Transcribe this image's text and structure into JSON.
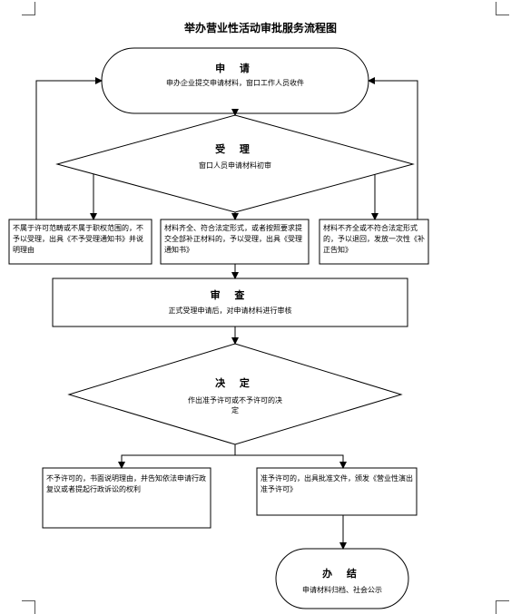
{
  "title": "举办营业性活动审批服务流程图",
  "nodes": {
    "apply": {
      "title": "申 请",
      "text": "申办企业提交申请材料，窗口工作人员收件"
    },
    "accept": {
      "title": "受 理",
      "text": "窗口人员申请材料初审"
    },
    "reject_box": {
      "text": "不属于许可范畴或不属于职权范围的，不予以受理，出具《不予受理通知书》并说明理由"
    },
    "accept_box": {
      "text": "材料齐全、符合法定形式，或者按照要求提交全部补正材料的，予以受理，出具《受理通知书》"
    },
    "supplement_box": {
      "text": "材料不齐全或不符合法定形式的，予以退回，发放一次性《补正告知》"
    },
    "review": {
      "title": "审 查",
      "text": "正式受理申请后，对申请材料进行审核"
    },
    "decide": {
      "title": "决 定",
      "text_line1": "作出准予许可或不予许可的决",
      "text_line2": "定"
    },
    "deny_box": {
      "text": "不予许可的，书面说明理由，并告知依法申请行政复议或者提起行政诉讼的权利"
    },
    "grant_box": {
      "text": "准予许可的，出具批准文件，颁发《营业性演出准予许可》"
    },
    "finish": {
      "title": "办 结",
      "text": "申请材料归档、社会公示"
    }
  }
}
